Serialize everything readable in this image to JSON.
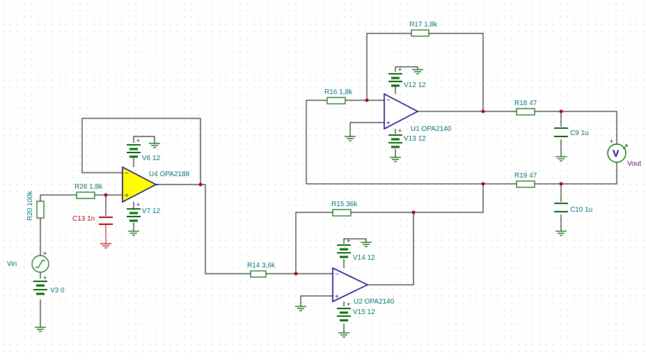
{
  "labels": {
    "r17": "R17 1,8k",
    "r16": "R16 1,8k",
    "r18": "R18 47",
    "r19": "R19 47",
    "r15": "R15 36k",
    "r14": "R14 3,6k",
    "r26": "R26 1,8k",
    "r20": "R20 100k",
    "c13": "C13 1n",
    "c9": "C9 1u",
    "c10": "C10 1u",
    "v12": "V12 12",
    "v13": "V13 12",
    "v14": "V14 12",
    "v15": "V15 12",
    "v6": "V6 12",
    "v7": "V7 12",
    "v3": "V3 0",
    "u1": "U1 OPA2140",
    "u2": "U2 OPA2140",
    "u4": "U4 OPA2188",
    "vin": "Vin",
    "vout": "Vout",
    "meter": "V"
  },
  "colors": {
    "wire": "#000000",
    "component": "#006600",
    "label": "#007070",
    "opamp_default": "#000080",
    "opamp_selected_fill": "#ffff00",
    "capacitor_c13": "#b00000",
    "vout_label": "#800080"
  }
}
